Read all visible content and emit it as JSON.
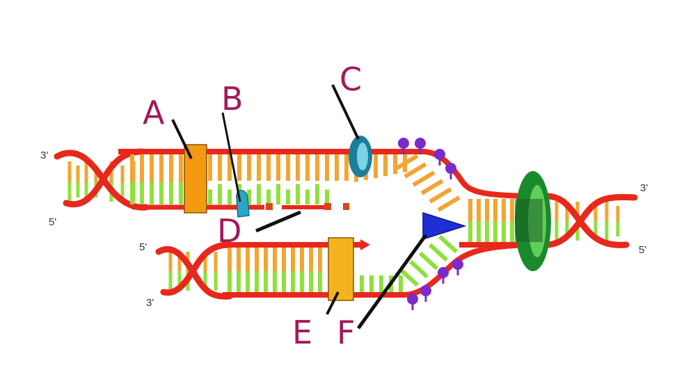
{
  "colors": {
    "backbone": "#e8281c",
    "backbone_dark": "#b01a12",
    "base_orange": "#f2a531",
    "base_green": "#8fe03c",
    "helicase": "#1a8a2c",
    "topo_clamp": "#1b7f9b",
    "polymerase_box": "#f39a12",
    "primase_triangle": "#1f2fd6",
    "ssb": "#7a2bc8",
    "label": "#a3195b",
    "pointer": "#111111"
  },
  "ends": {
    "left_top": "3'",
    "left_bottom": "5'",
    "lower_left_top": "5'",
    "lower_left_bottom": "3'",
    "right_top": "3'",
    "right_bottom": "5'"
  },
  "labels": {
    "a": "A",
    "b": "B",
    "c": "C",
    "d": "D",
    "e": "E",
    "f": "F"
  }
}
